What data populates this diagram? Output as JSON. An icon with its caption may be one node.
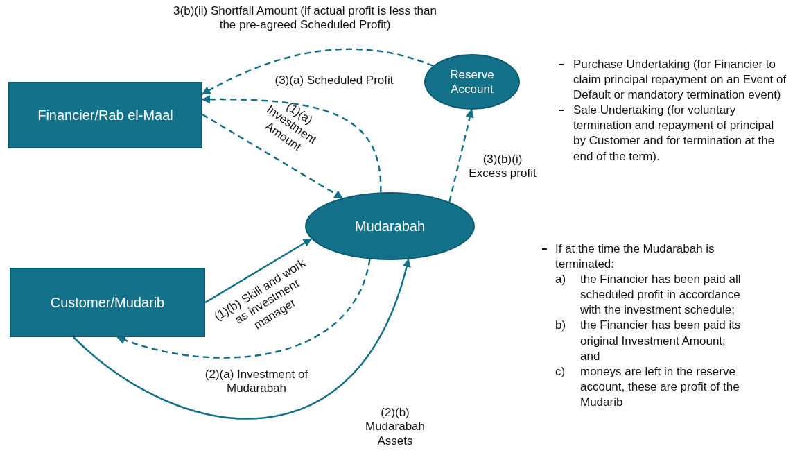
{
  "diagram": {
    "nodes": [
      {
        "text": [
          "Financier/Rab el-Maal"
        ]
      },
      {
        "text": [
          "Reserve Account"
        ]
      },
      {
        "text": [
          "Mudarabah"
        ]
      },
      {
        "text": [
          "Customer/Mudarib"
        ]
      }
    ],
    "edges": [
      {
        "from": 1,
        "to": 0,
        "arrow": "to",
        "style": "dashed",
        "label": "3(b)(ii) Shortfall Amount (if actual profit is less than the pre-agreed Scheduled Profit)"
      },
      {
        "from": 2,
        "to": 0,
        "arrow": "to",
        "style": "dashed",
        "label": "(3)(a) Scheduled Profit"
      },
      {
        "from": 0,
        "to": 2,
        "arrow": "to",
        "style": "dashed",
        "label": "(1)(a) Investment Amount"
      },
      {
        "from": 2,
        "to": 1,
        "arrow": "to",
        "style": "dashed",
        "label": "(3)(b)(i) Excess profit"
      },
      {
        "from": 3,
        "to": 2,
        "arrow": "to",
        "label": "(1)(b) Skill and work as investment manager"
      },
      {
        "from": 2,
        "to": 3,
        "arrow": "to",
        "style": "dashed",
        "label": "(2)(a) Investment of Mudarabah"
      },
      {
        "from": 3,
        "to": 2,
        "arrow": "to",
        "label": "(2)(b) Mudarabah Assets"
      }
    ],
    "labels": [
      "Purchase Undertaking (for Financier to claim principal repayment on an Event of Default or mandatory termination event)",
      "Sale Undertaking (for voluntary termination and repayment of principal by Customer and for termination at the end of the term).",
      "If at the time the Mudarabah is terminated:",
      "a)",
      "the Financier has been paid all scheduled profit in accordance with the investment schedule;",
      "b)",
      "the Financier has been paid its original Investment Amount; and",
      "c)",
      "moneys are left in the reserve account, these are profit of the Mudarib"
    ]
  }
}
